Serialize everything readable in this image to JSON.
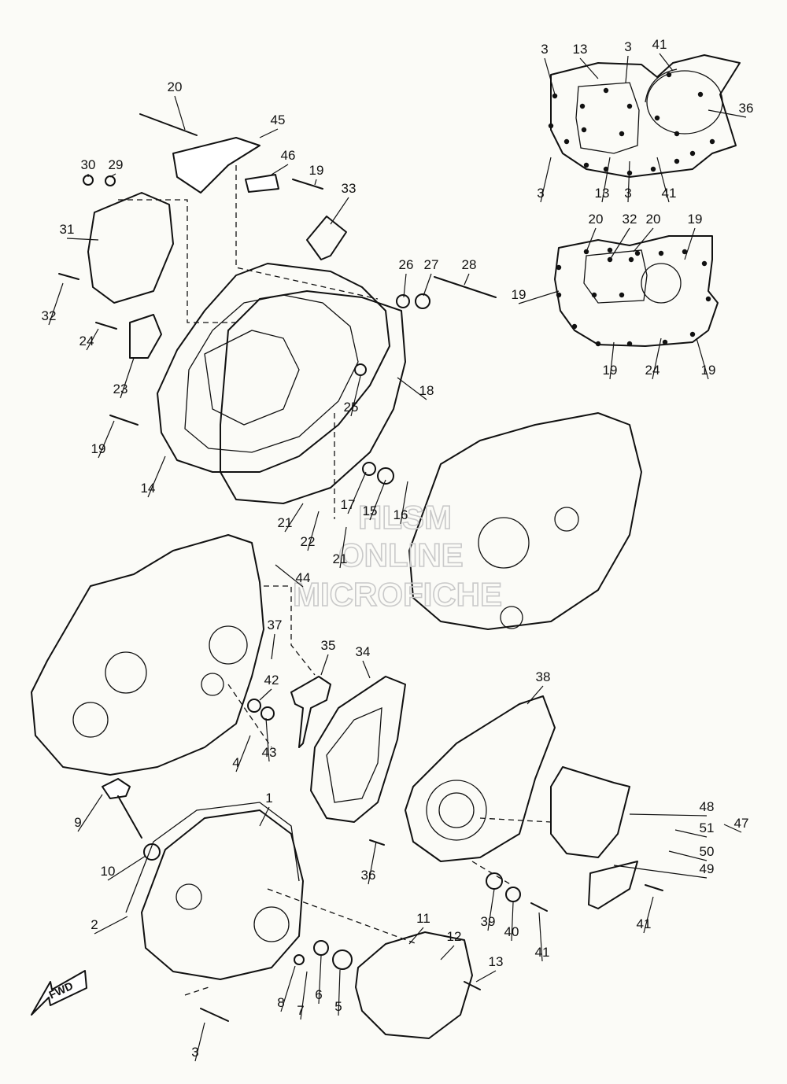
{
  "callouts": [
    {
      "text": "20"
    },
    {
      "text": "45"
    },
    {
      "text": "46"
    },
    {
      "text": "30"
    },
    {
      "text": "29"
    },
    {
      "text": "19"
    },
    {
      "text": "33"
    },
    {
      "text": "31"
    },
    {
      "text": "32"
    },
    {
      "text": "26"
    },
    {
      "text": "27"
    },
    {
      "text": "28"
    },
    {
      "text": "24"
    },
    {
      "text": "23"
    },
    {
      "text": "25"
    },
    {
      "text": "18"
    },
    {
      "text": "19"
    },
    {
      "text": "14"
    },
    {
      "text": "17"
    },
    {
      "text": "15"
    },
    {
      "text": "16"
    },
    {
      "text": "21"
    },
    {
      "text": "22"
    },
    {
      "text": "21"
    },
    {
      "text": "44"
    },
    {
      "text": "37"
    },
    {
      "text": "42"
    },
    {
      "text": "43"
    },
    {
      "text": "4"
    },
    {
      "text": "35"
    },
    {
      "text": "34"
    },
    {
      "text": "38"
    },
    {
      "text": "48"
    },
    {
      "text": "51"
    },
    {
      "text": "47"
    },
    {
      "text": "50"
    },
    {
      "text": "49"
    },
    {
      "text": "9"
    },
    {
      "text": "10"
    },
    {
      "text": "1"
    },
    {
      "text": "2"
    },
    {
      "text": "36"
    },
    {
      "text": "39"
    },
    {
      "text": "40"
    },
    {
      "text": "41"
    },
    {
      "text": "41"
    },
    {
      "text": "11"
    },
    {
      "text": "12"
    },
    {
      "text": "13"
    },
    {
      "text": "8"
    },
    {
      "text": "7"
    },
    {
      "text": "6"
    },
    {
      "text": "5"
    },
    {
      "text": "3"
    },
    {
      "text": "3"
    },
    {
      "text": "13"
    },
    {
      "text": "3"
    },
    {
      "text": "41"
    },
    {
      "text": "36"
    },
    {
      "text": "3"
    },
    {
      "text": "13"
    },
    {
      "text": "3"
    },
    {
      "text": "41"
    },
    {
      "text": "20"
    },
    {
      "text": "32"
    },
    {
      "text": "20"
    },
    {
      "text": "19"
    },
    {
      "text": "19"
    },
    {
      "text": "19"
    },
    {
      "text": "24"
    },
    {
      "text": "19"
    }
  ],
  "watermark": {
    "line1": "HLSM",
    "line2": "ONLINE",
    "line3": "MICROFICHE"
  },
  "fwd_label": "FWD"
}
